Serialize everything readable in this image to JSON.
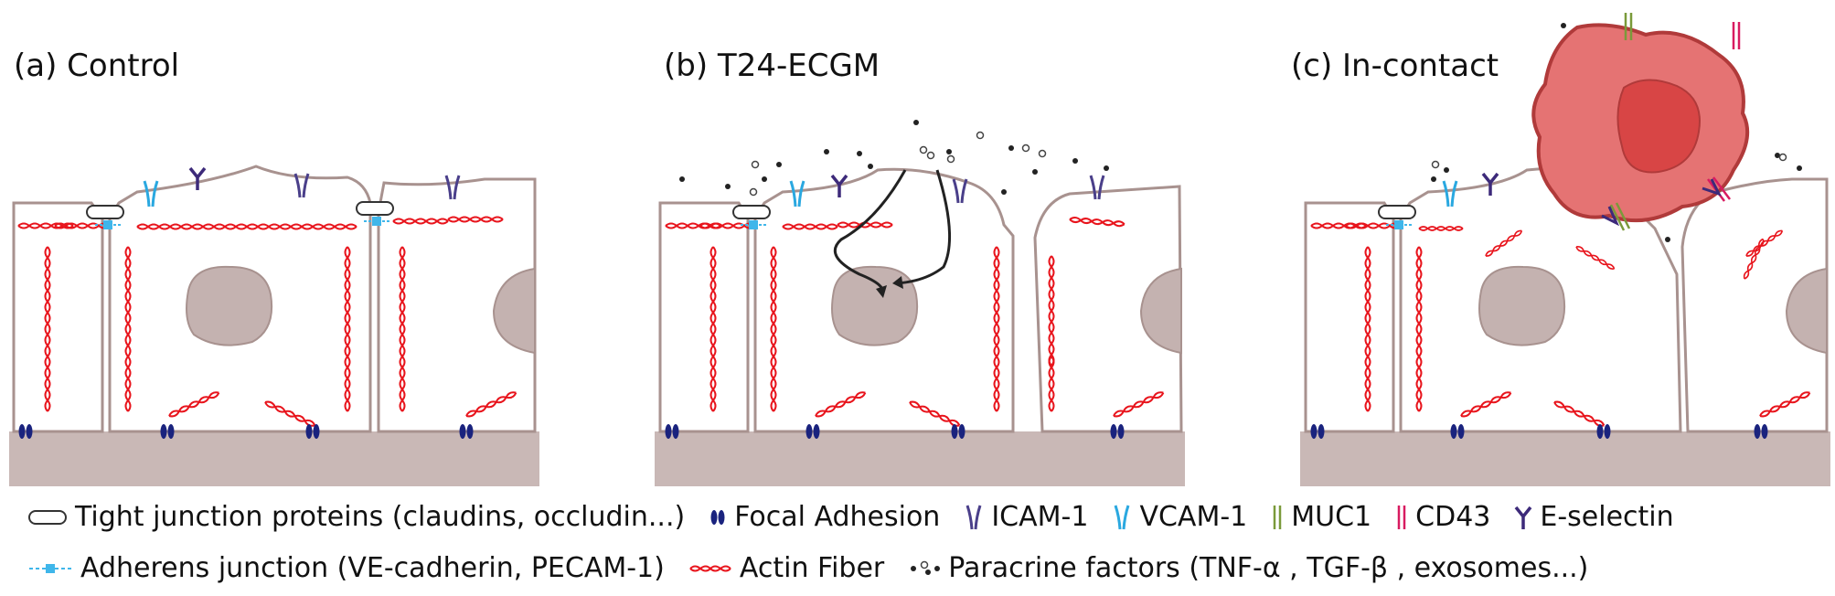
{
  "panels": [
    {
      "label": "(a) Control"
    },
    {
      "label": "(b) T24-ECGM"
    },
    {
      "label": "(c) In-contact"
    }
  ],
  "legend": {
    "tight_junction": "Tight junction proteins (claudins, occludin...)",
    "focal_adhesion": "Focal Adhesion",
    "icam": "ICAM-1",
    "vcam": "VCAM-1",
    "muc1": "MUC1",
    "cd43": "CD43",
    "eselectin": "E-selectin",
    "adherens": "Adherens junction (VE-cadherin, PECAM-1)",
    "actin": "Actin Fiber",
    "paracrine": "Paracrine factors (TNF-α , TGF-β , exosomes...)"
  },
  "colors": {
    "cell_outline": "#a8928f",
    "nucleus": "#c4b2b0",
    "substrate": "#c9b8b6",
    "actin": "#e8141c",
    "focal_adhesion": "#1a237e",
    "icam": "#4a3f8a",
    "vcam": "#2aa8e0",
    "muc1": "#7a9a3a",
    "cd43": "#d81b60",
    "eselectin": "#3d2a7a",
    "adherens": "#3fb6ea",
    "tumor_cell": "#e57373",
    "tumor_nucleus": "#d84545",
    "tumor_outline": "#b03a3a"
  }
}
